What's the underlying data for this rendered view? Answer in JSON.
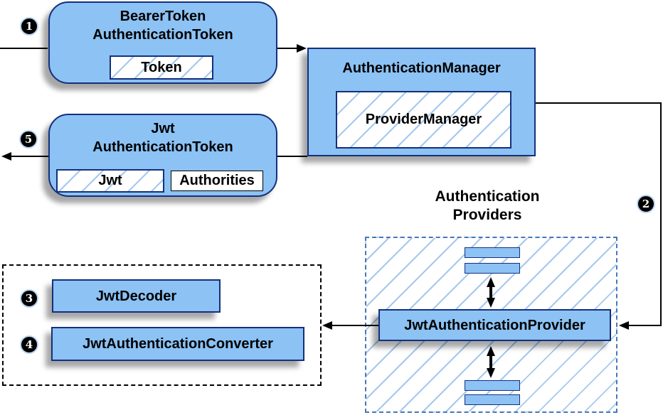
{
  "colors": {
    "node_fill": "#8CC2F4",
    "node_border": "#14307C",
    "hatch_line": "#A5C8EE",
    "providers_border": "#4677B8",
    "arrow": "#000000",
    "badge_bg": "#000000",
    "badge_text": "#FFFFFF",
    "badge_ring": "#BCD5F2",
    "dashed_black": "#000000"
  },
  "badges": {
    "b1": "1",
    "b2": "2",
    "b3": "3",
    "b4": "4",
    "b5": "5"
  },
  "nodes": {
    "bearer_token": {
      "title_line1": "BearerToken",
      "title_line2": "AuthenticationToken",
      "field": "Token"
    },
    "authentication_manager": {
      "title": "AuthenticationManager",
      "field": "ProviderManager"
    },
    "jwt_authentication_token": {
      "title_line1": "Jwt",
      "title_line2": "AuthenticationToken",
      "field_jwt": "Jwt",
      "field_authorities": "Authorities"
    },
    "jwt_decoder": {
      "title": "JwtDecoder"
    },
    "jwt_authentication_converter": {
      "title": "JwtAuthenticationConverter"
    },
    "jwt_authentication_provider": {
      "title": "JwtAuthenticationProvider"
    },
    "providers_group": {
      "label_line1": "Authentication",
      "label_line2": "Providers"
    }
  }
}
